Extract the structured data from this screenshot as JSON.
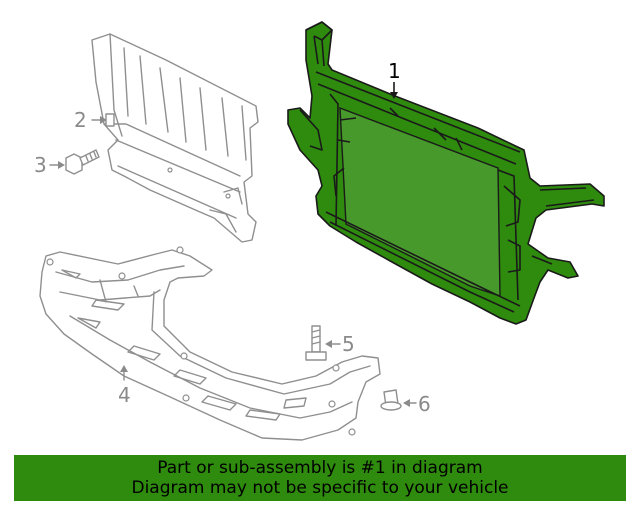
{
  "colors": {
    "highlight": "#2e8b0e",
    "highlight_dark": "#1f6b07",
    "banner": "#2e8b0e",
    "line_gray": "#8f8f8f",
    "callout_gray": "#8a8a8a"
  },
  "callouts": {
    "c1": "1",
    "c2": "2",
    "c3": "3",
    "c4": "4",
    "c5": "5",
    "c6": "6"
  },
  "banner": {
    "line1": "Part or sub-assembly is #1 in diagram",
    "line2": "Diagram may not be specific to your vehicle"
  }
}
